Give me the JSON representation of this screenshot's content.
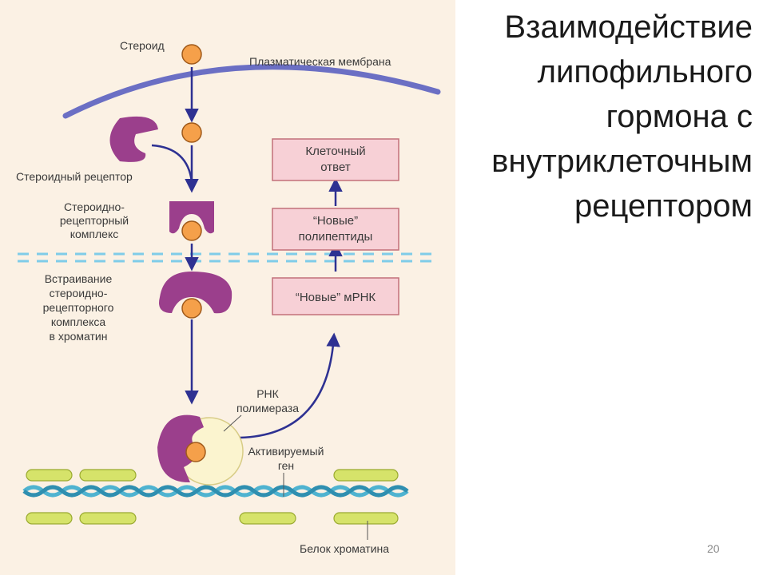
{
  "slide": {
    "title_lines": [
      "Взаимодействие",
      "липофильного",
      "гормона с",
      "внутриклеточным",
      "рецептором"
    ],
    "page_number": "20"
  },
  "diagram": {
    "labels": {
      "steroid": "Стероид",
      "membrane": "Плазматическая мембрана",
      "steroid_receptor": "Стероидный рецептор",
      "complex": [
        "Стероидно-",
        "рецепторный",
        "комплекс"
      ],
      "integration": [
        "Встраивание",
        "стероидно-",
        "рецепторного",
        "комплекса",
        "в хроматин"
      ],
      "rna_polymerase": [
        "РНК",
        "полимераза"
      ],
      "activated_gene": [
        "Активируемый",
        "ген"
      ],
      "chromatin_protein": "Белок хроматина"
    },
    "boxes": {
      "cell_response": [
        "Клеточный",
        "ответ"
      ],
      "new_polypeptides": [
        "“Новые”",
        "полипептиды"
      ],
      "new_mrna": "“Новые” мРНК"
    },
    "colors": {
      "background": "#fbf1e4",
      "arrow": "#2e3192",
      "membrane": "#6b6fc4",
      "receptor": "#9b3f8c",
      "steroid": "#f5a04a",
      "box_fill": "#f7d0d6",
      "box_border": "#c2707a",
      "chromatin": "#d6e36a",
      "dna": "#4fb3d0",
      "polymerase": "#fbf4cf",
      "nuclear_membrane": "#7fcce8"
    }
  }
}
